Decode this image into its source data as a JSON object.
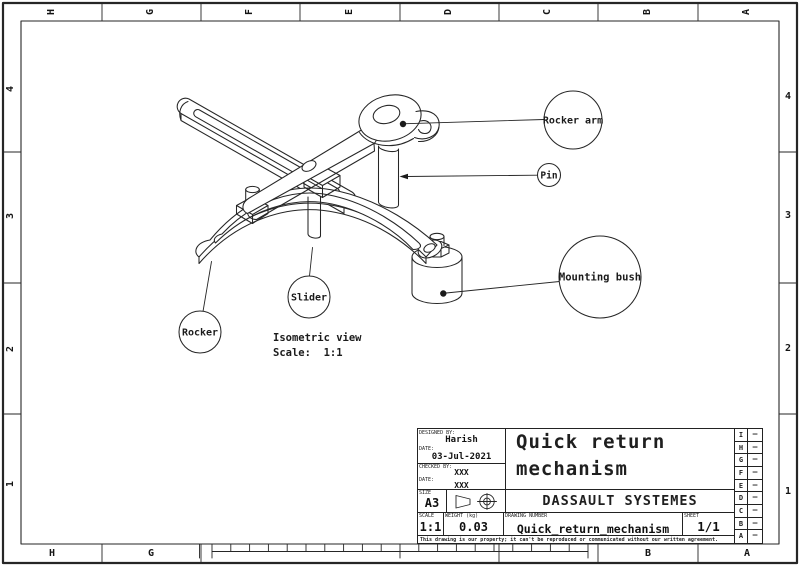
{
  "colors": {
    "ink": "#1f1f1f",
    "paper": "#ffffff"
  },
  "frame": {
    "top_letters": [
      "H",
      "G",
      "F",
      "E",
      "D",
      "C",
      "B",
      "A"
    ],
    "bottom_letters": [
      "H",
      "G",
      "B",
      "A"
    ],
    "left_numbers": [
      "4",
      "3",
      "2",
      "1"
    ],
    "right_numbers": [
      "4",
      "3",
      "2",
      "1"
    ]
  },
  "view": {
    "caption_line1": "Isometric view",
    "caption_line2": "Scale:  1:1",
    "balloons": [
      {
        "label": "Rocker arm"
      },
      {
        "label": "Pin"
      },
      {
        "label": "Mounting bush"
      },
      {
        "label": "Slider"
      },
      {
        "label": "Rocker"
      }
    ]
  },
  "titleblock": {
    "designed_by_label": "DESIGNED BY:",
    "designed_by": "Harish",
    "date_label": "DATE:",
    "date": "03-Jul-2021",
    "checked_by_label": "CHECKED BY:",
    "checked_by": "XXX",
    "date2_label": "DATE:",
    "date2": "XXX",
    "size_label": "SIZE",
    "size": "A3",
    "title_line1": "Quick return",
    "title_line2": "mechanism",
    "company": "DASSAULT SYSTEMES",
    "scale_label": "SCALE",
    "scale": "1:1",
    "weight_label": "WEIGHT (kg)",
    "weight": "0.03",
    "drawing_number_label": "DRAWING NUMBER",
    "drawing_number": "Quick_return_mechanism",
    "sheet_label": "SHEET",
    "sheet": "1/1",
    "note": "This drawing is our property; it can't be reproduced or communicated without our written agreement.",
    "revision_rows": [
      {
        "letter": "I",
        "value": "–"
      },
      {
        "letter": "H",
        "value": "–"
      },
      {
        "letter": "G",
        "value": "–"
      },
      {
        "letter": "F",
        "value": "–"
      },
      {
        "letter": "E",
        "value": "–"
      },
      {
        "letter": "D",
        "value": "–"
      },
      {
        "letter": "C",
        "value": "–"
      },
      {
        "letter": "B",
        "value": "–"
      },
      {
        "letter": "A",
        "value": "–"
      }
    ]
  }
}
